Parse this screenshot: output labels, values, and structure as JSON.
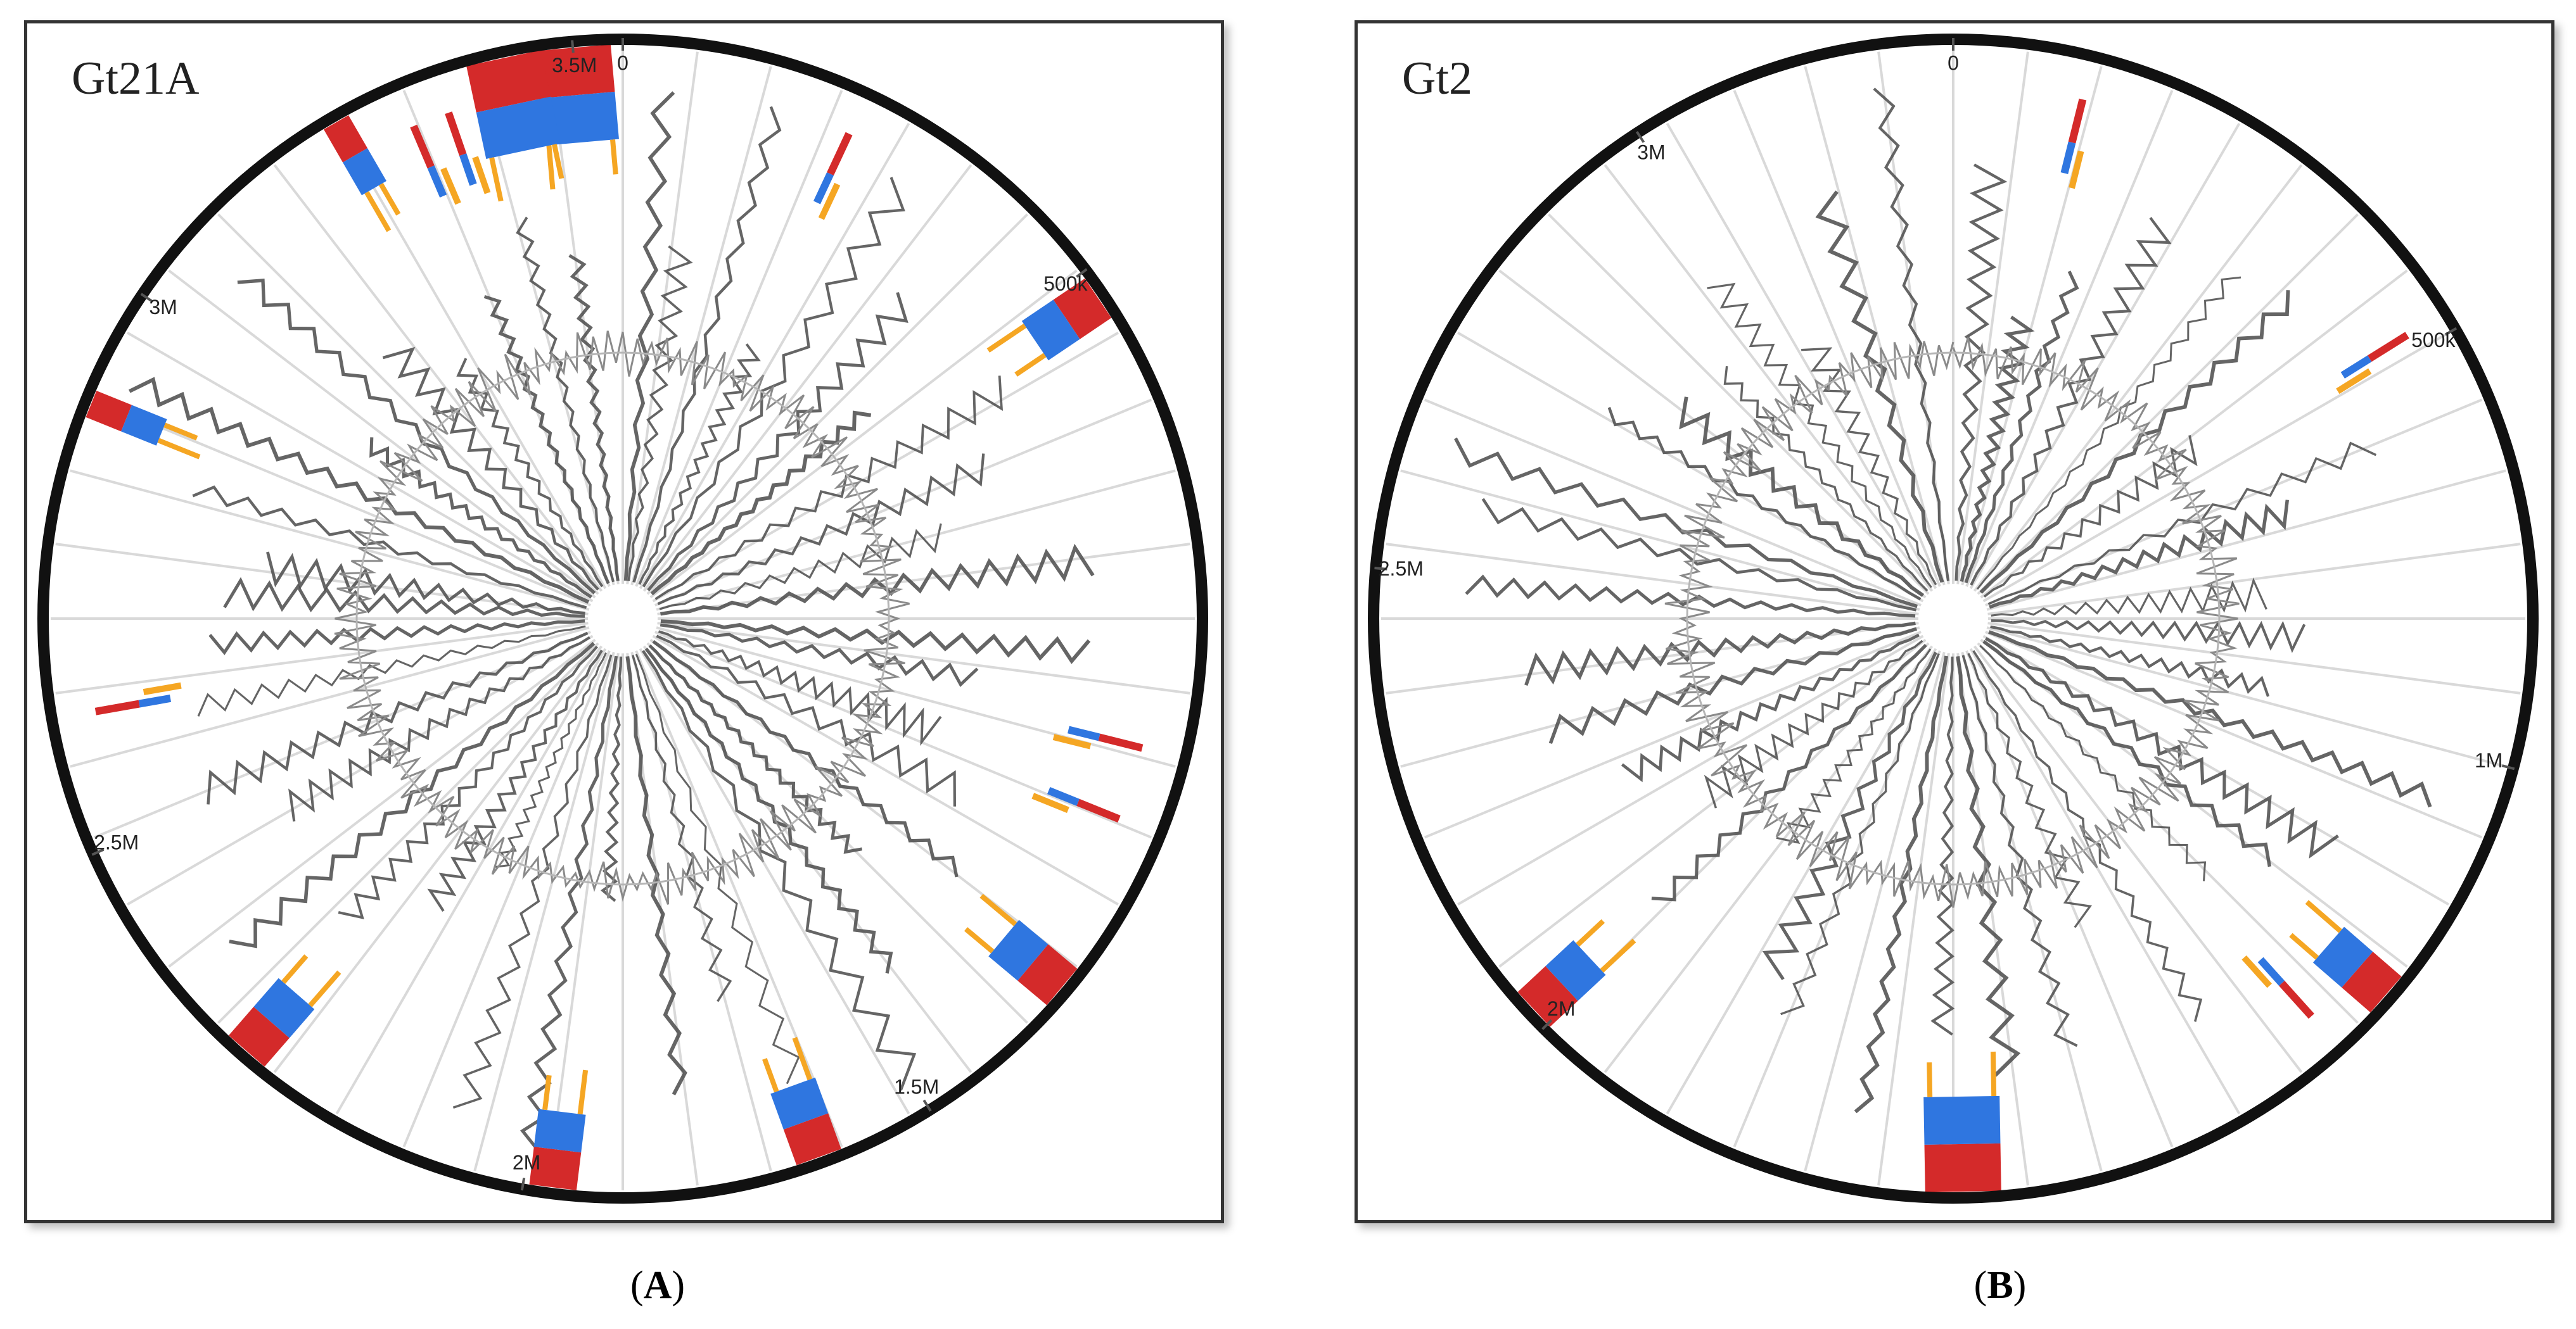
{
  "colors": {
    "red": "#d42a2a",
    "blue": "#2f76e0",
    "orange": "#f5a623",
    "ring": "#111111",
    "line": "#4a4a4a",
    "spoke": "#d9d9d9"
  },
  "panels": [
    {
      "id": "a",
      "title": "Gt21A",
      "letter": "A",
      "ticks": [
        {
          "angle": -5,
          "label": "3.5M"
        },
        {
          "angle": 0,
          "label": "0"
        },
        {
          "angle": 53,
          "label": "500k"
        },
        {
          "angle": -56,
          "label": "3M"
        },
        {
          "angle": -114,
          "label": "2.5M"
        },
        {
          "angle": -170,
          "label": "2M"
        },
        {
          "angle": 148,
          "label": "1.5M"
        }
      ],
      "features": [
        {
          "angle": -5,
          "kind": "block",
          "size": "large"
        },
        {
          "angle": -12,
          "kind": "block",
          "size": "large"
        },
        {
          "angle": -19,
          "kind": "bar"
        },
        {
          "angle": -23,
          "kind": "bar"
        },
        {
          "angle": -30,
          "kind": "block",
          "size": "small"
        },
        {
          "angle": 25,
          "kind": "bar"
        },
        {
          "angle": 56,
          "kind": "block",
          "size": "medium"
        },
        {
          "angle": -68,
          "kind": "block",
          "size": "small"
        },
        {
          "angle": -100,
          "kind": "bar"
        },
        {
          "angle": 104,
          "kind": "bar"
        },
        {
          "angle": 112,
          "kind": "bar"
        },
        {
          "angle": 130,
          "kind": "block",
          "size": "medium"
        },
        {
          "angle": 160,
          "kind": "block",
          "size": "medium"
        },
        {
          "angle": -173,
          "kind": "block",
          "size": "medium"
        },
        {
          "angle": -139,
          "kind": "block",
          "size": "medium"
        }
      ]
    },
    {
      "id": "b",
      "title": "Gt2",
      "letter": "B",
      "ticks": [
        {
          "angle": 0,
          "label": "0"
        },
        {
          "angle": -33,
          "label": "3M"
        },
        {
          "angle": 60,
          "label": "500k"
        },
        {
          "angle": -85,
          "label": "2.5M"
        },
        {
          "angle": 105,
          "label": "1M"
        },
        {
          "angle": -135,
          "label": "2M"
        }
      ],
      "features": [
        {
          "angle": 14,
          "kind": "bar"
        },
        {
          "angle": 58,
          "kind": "bar"
        },
        {
          "angle": 131,
          "kind": "block",
          "size": "medium"
        },
        {
          "angle": 138,
          "kind": "bar"
        },
        {
          "angle": 179,
          "kind": "block",
          "size": "large"
        },
        {
          "angle": -133,
          "kind": "block",
          "size": "medium"
        }
      ]
    }
  ]
}
